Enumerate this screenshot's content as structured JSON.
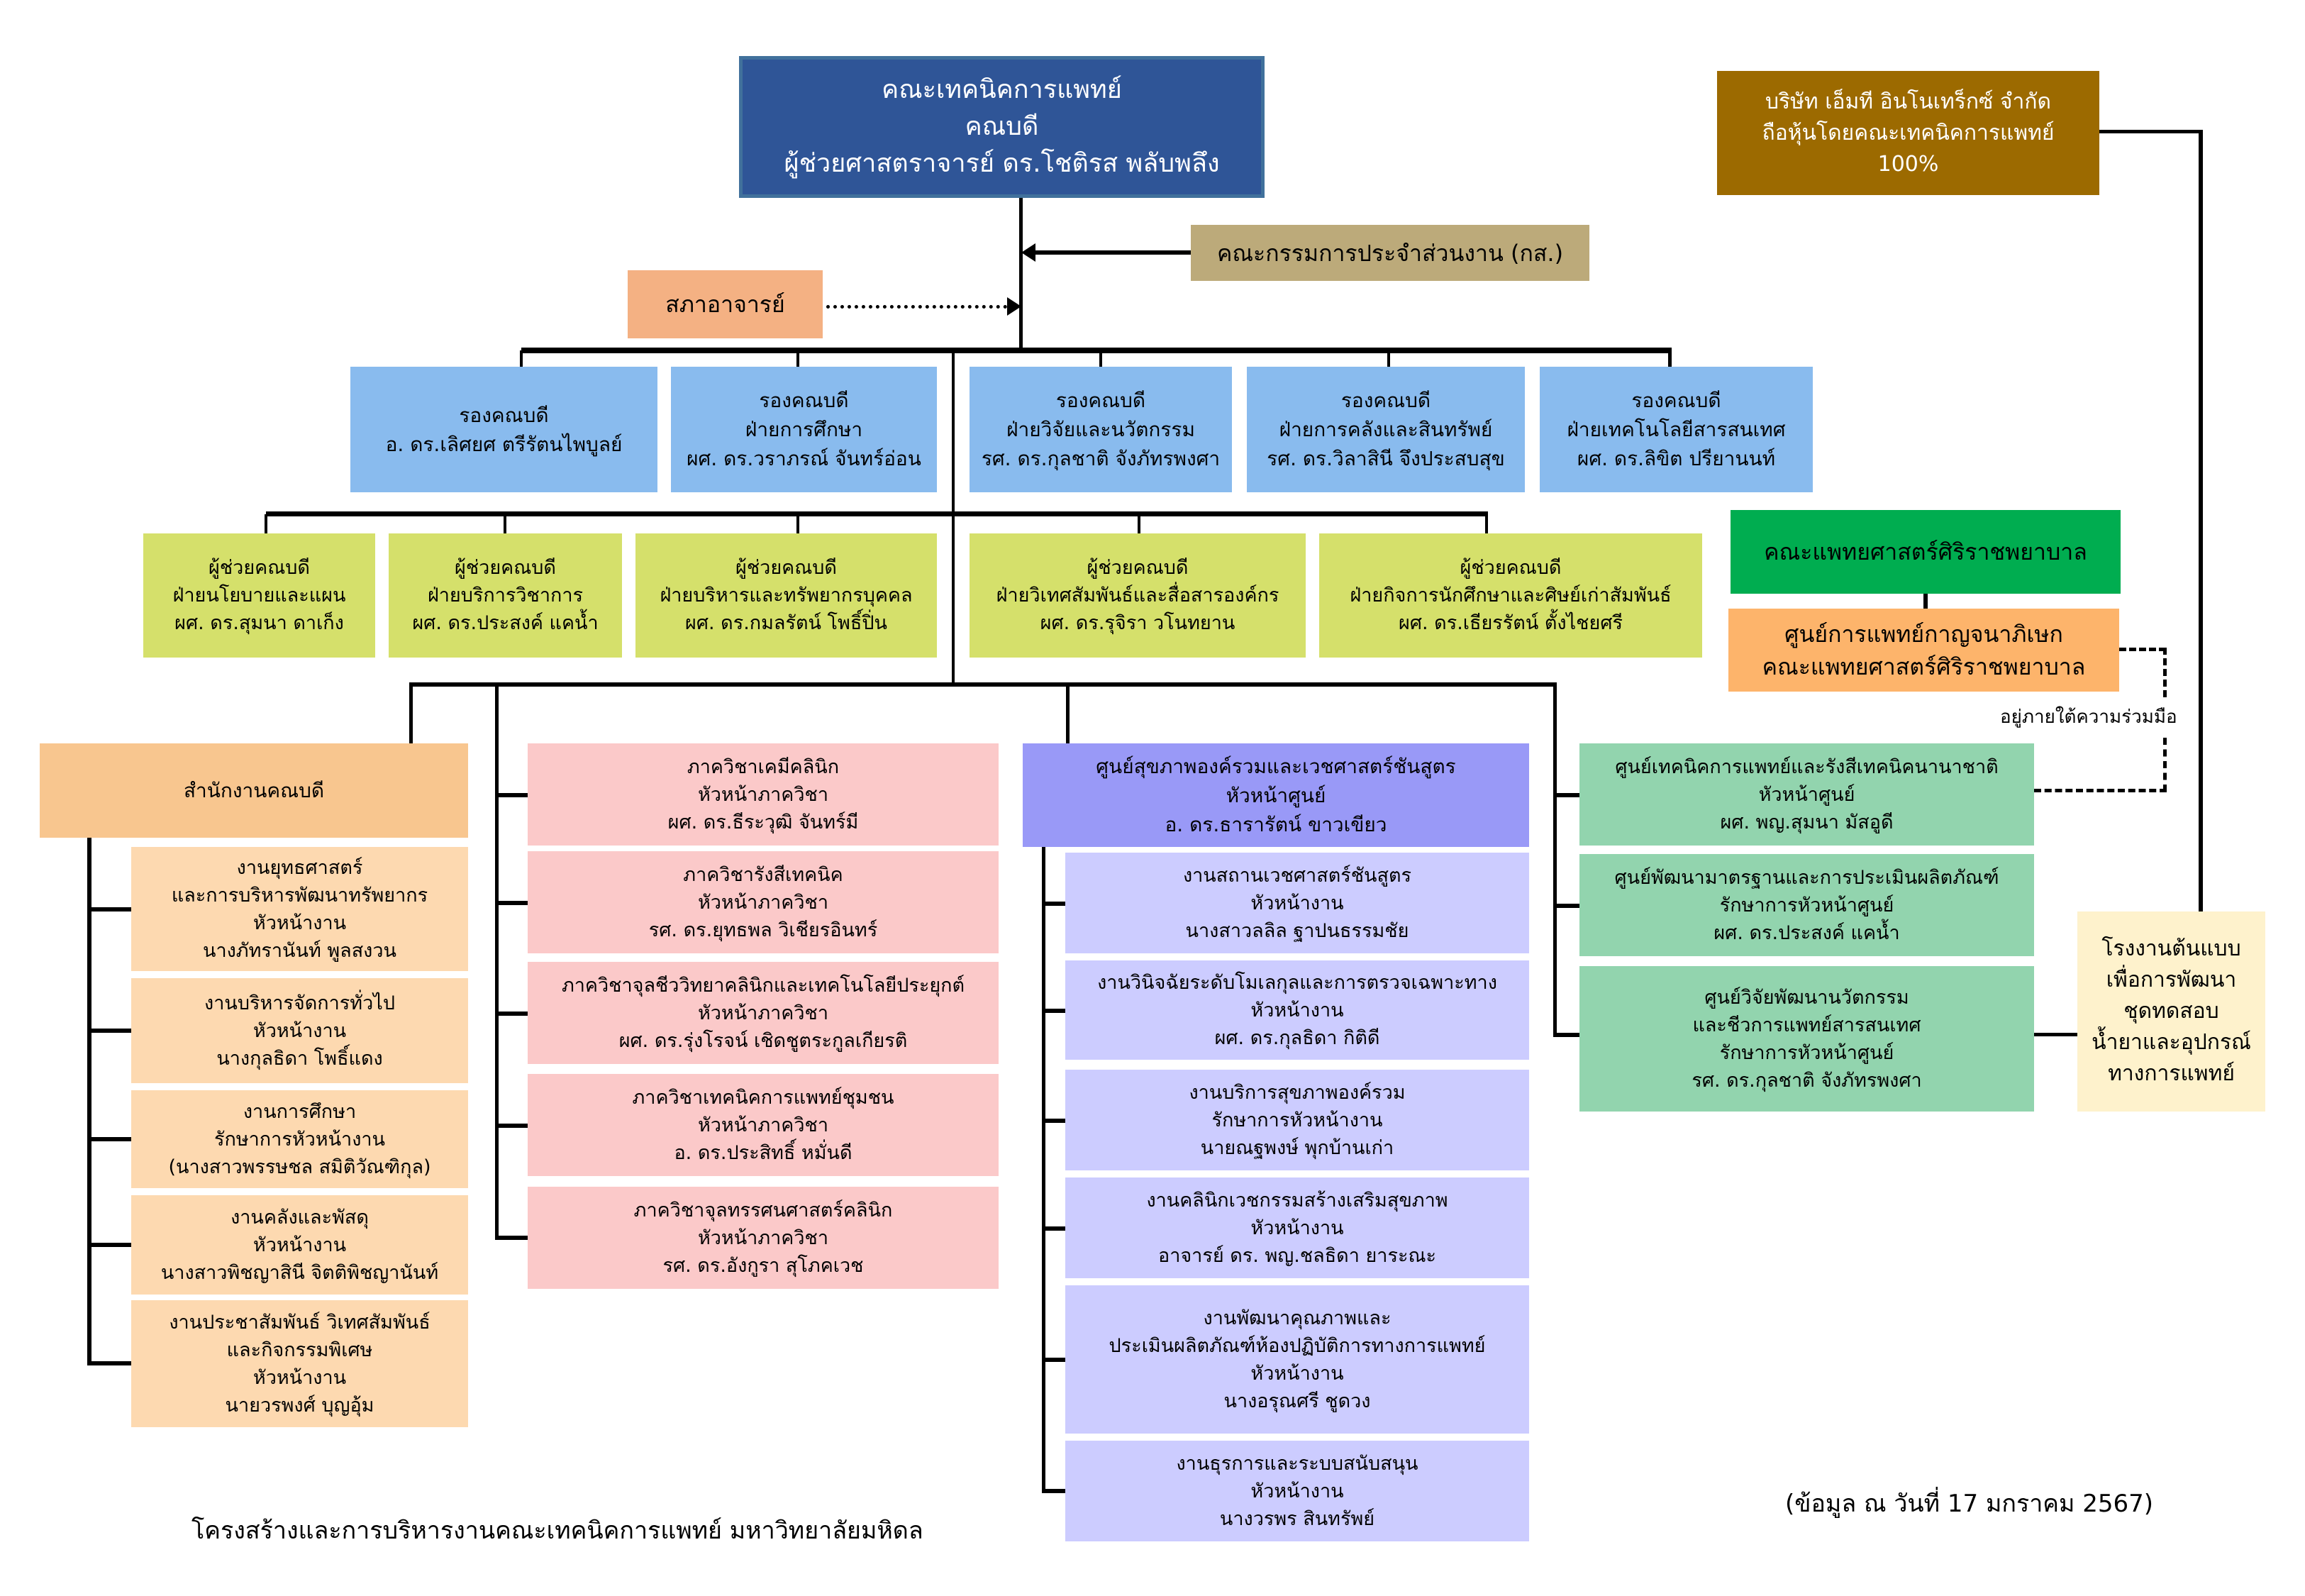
{
  "dean": {
    "lines": [
      "คณะเทคนิคการแพทย์",
      "คณบดี",
      "ผู้ช่วยศาสตราจารย์ ดร.โชติรส พลับพลึง"
    ],
    "color": "#2f5597"
  },
  "committee": {
    "lines": [
      "คณะกรรมการประจำส่วนงาน (กส.)"
    ],
    "color": "#bcaa7a"
  },
  "senate": {
    "lines": [
      "สภาอาจารย์"
    ],
    "color": "#f4b183"
  },
  "vice_deans": {
    "color": "#89bbee",
    "items": [
      {
        "lines": [
          "รองคณบดี",
          "อ. ดร.เลิศยศ ตรีรัตนไพบูลย์"
        ]
      },
      {
        "lines": [
          "รองคณบดี",
          "ฝ่ายการศึกษา",
          "ผศ. ดร.วราภรณ์ จันทร์อ่อน"
        ]
      },
      {
        "lines": [
          "รองคณบดี",
          "ฝ่ายวิจัยและนวัตกรรม",
          "รศ. ดร.กุลชาติ จังภัทรพงศา"
        ]
      },
      {
        "lines": [
          "รองคณบดี",
          "ฝ่ายการคลังและสินทรัพย์",
          "รศ. ดร.วิลาสินี จึงประสบสุข"
        ]
      },
      {
        "lines": [
          "รองคณบดี",
          "ฝ่ายเทคโนโลยีสารสนเทศ",
          "ผศ. ดร.ลิขิต ปรียานนท์"
        ]
      }
    ]
  },
  "assistant_deans": {
    "color": "#d5e06b",
    "items": [
      {
        "lines": [
          "ผู้ช่วยคณบดี",
          "ฝ่ายนโยบายและแผน",
          "ผศ. ดร.สุมนา ดาเก็ง"
        ]
      },
      {
        "lines": [
          "ผู้ช่วยคณบดี",
          "ฝ่ายบริการวิชาการ",
          "ผศ. ดร.ประสงค์ แคน้ำ"
        ]
      },
      {
        "lines": [
          "ผู้ช่วยคณบดี",
          "ฝ่ายบริหารและทรัพยากรบุคคล",
          "ผศ. ดร.กมลรัตน์ โพธิ์ปิ่น"
        ]
      },
      {
        "lines": [
          "ผู้ช่วยคณบดี",
          "ฝ่ายวิเทศสัมพันธ์และสื่อสารองค์กร",
          "ผศ. ดร.รุจิรา วโนทยาน"
        ]
      },
      {
        "lines": [
          "ผู้ช่วยคณบดี",
          "ฝ่ายกิจการนักศึกษาและศิษย์เก่าสัมพันธ์",
          "ผศ. ดร.เธียรรัตน์ ตั้งไชยศรี"
        ]
      }
    ]
  },
  "dean_office": {
    "header": {
      "lines": [
        "สำนักงานคณบดี"
      ],
      "color": "#f8c68f"
    },
    "color": "#fdd9b0",
    "items": [
      {
        "lines": [
          "งานยุทธศาสตร์",
          "และการบริหารพัฒนาทรัพยากร",
          "หัวหน้างาน",
          "นางภัทรานันท์ พูลสงวน"
        ]
      },
      {
        "lines": [
          "งานบริหารจัดการทั่วไป",
          "หัวหน้างาน",
          "นางกุลธิดา โพธิ์แดง"
        ]
      },
      {
        "lines": [
          "งานการศึกษา",
          "รักษาการหัวหน้างาน",
          "(นางสาวพรรษชล สมิติวัณฑิกุล)"
        ]
      },
      {
        "lines": [
          "งานคลังและพัสดุ",
          "หัวหน้างาน",
          "นางสาวพิชญาสินี จิตติพิชญานันท์"
        ]
      },
      {
        "lines": [
          "งานประชาสัมพันธ์ วิเทศสัมพันธ์",
          "และกิจกรรมพิเศษ",
          "หัวหน้างาน",
          "นายวรพงศ์ บุญอุ้ม"
        ]
      }
    ]
  },
  "departments": {
    "color": "#fbc9c9",
    "items": [
      {
        "lines": [
          "ภาควิชาเคมีคลินิก",
          "หัวหน้าภาควิชา",
          "ผศ. ดร.ธีระวุฒิ จันทร์มี"
        ]
      },
      {
        "lines": [
          "ภาควิชารังสีเทคนิค",
          "หัวหน้าภาควิชา",
          "รศ. ดร.ยุทธพล วิเชียรอินทร์"
        ]
      },
      {
        "lines": [
          "ภาควิชาจุลชีววิทยาคลินิกและเทคโนโลยีประยุกต์",
          "หัวหน้าภาควิชา",
          "ผศ. ดร.รุ่งโรจน์ เชิดชูตระกูลเกียรติ"
        ]
      },
      {
        "lines": [
          "ภาควิชาเทคนิคการแพทย์ชุมชน",
          "หัวหน้าภาควิชา",
          "อ. ดร.ประสิทธิ์ หมั่นดี"
        ]
      },
      {
        "lines": [
          "ภาควิชาจุลทรรศนศาสตร์คลินิก",
          "หัวหน้าภาควิชา",
          "รศ. ดร.อังกูรา สุโภคเวช"
        ]
      }
    ]
  },
  "health_center": {
    "header": {
      "lines": [
        "ศูนย์สุขภาพองค์รวมและเวชศาสตร์ชันสูตร",
        "หัวหน้าศูนย์",
        "อ. ดร.ธารารัตน์ ขาวเขียว"
      ],
      "color": "#9999f7"
    },
    "color": "#ccccff",
    "items": [
      {
        "lines": [
          "งานสถานเวชศาสตร์ชันสูตร",
          "หัวหน้างาน",
          "นางสาวลลิล ฐาปนธรรมชัย"
        ]
      },
      {
        "lines": [
          "งานวินิจฉัยระดับโมเลกุลและการตรวจเฉพาะทาง",
          "หัวหน้างาน",
          "ผศ. ดร.กุลธิดา กิติดี"
        ]
      },
      {
        "lines": [
          "งานบริการสุขภาพองค์รวม",
          "รักษาการหัวหน้างาน",
          "นายณฐพงษ์ พุกบ้านเก่า"
        ]
      },
      {
        "lines": [
          "งานคลินิกเวชกรรมสร้างเสริมสุขภาพ",
          "หัวหน้างาน",
          "อาจารย์ ดร. พญ.ชลธิดา ยาระณะ"
        ]
      },
      {
        "lines": [
          "งานพัฒนาคุณภาพและ",
          "ประเมินผลิตภัณฑ์ห้องปฏิบัติการทางการแพทย์",
          "หัวหน้างาน",
          "นางอรุณศรี ชูดวง"
        ]
      },
      {
        "lines": [
          "งานธุรการและระบบสนับสนุน",
          "หัวหน้างาน",
          "นางวรพร สินทรัพย์"
        ]
      }
    ]
  },
  "centers": {
    "color": "#92d4ae",
    "items": [
      {
        "lines": [
          "ศูนย์เทคนิคการแพทย์และรังสีเทคนิคนานาชาติ",
          "หัวหน้าศูนย์",
          "ผศ. พญ.สุมนา มัสอูดี"
        ]
      },
      {
        "lines": [
          "ศูนย์พัฒนามาตรฐานและการประเมินผลิตภัณฑ์",
          "รักษาการหัวหน้าศูนย์",
          "ผศ. ดร.ประสงค์ แคน้ำ"
        ]
      },
      {
        "lines": [
          "ศูนย์วิจัยพัฒนานวัตกรรม",
          "และชีวการแพทย์สารสนเทศ",
          "รักษาการหัวหน้าศูนย์",
          "รศ. ดร.กุลชาติ จังภัทรพงศา"
        ]
      }
    ]
  },
  "company": {
    "lines": [
      "บริษัท เอ็มที อินโนเทร็กซ์ จำกัด",
      "ถือหุ้นโดยคณะเทคนิคการแพทย์",
      "100%"
    ],
    "color": "#9c6a00"
  },
  "siriraj": {
    "lines": [
      "คณะแพทยศาสตร์ศิริราชพยาบาล"
    ],
    "color": "#00ad50"
  },
  "kanchana_center": {
    "lines": [
      "ศูนย์การแพทย์กาญจนาภิเษก",
      "คณะแพทยศาสตร์ศิริราชพยาบาล"
    ],
    "color": "#fdb46b"
  },
  "prototype_factory": {
    "lines": [
      "โรงงานต้นแบบ",
      "เพื่อการพัฒนา",
      "ชุดทดสอบ",
      "น้ำยาและอุปกรณ์",
      "ทางการแพทย์"
    ],
    "color": "#fef2cc"
  },
  "collaboration_label": "อยู่ภายใต้ความร่วมมือ",
  "footer": {
    "caption": "โครงสร้างและการบริหารงานคณะเทคนิคการแพทย์ มหาวิทยาลัยมหิดล",
    "data_date": "(ข้อมูล ณ วันที่ 17 มกราคม 2567)"
  }
}
